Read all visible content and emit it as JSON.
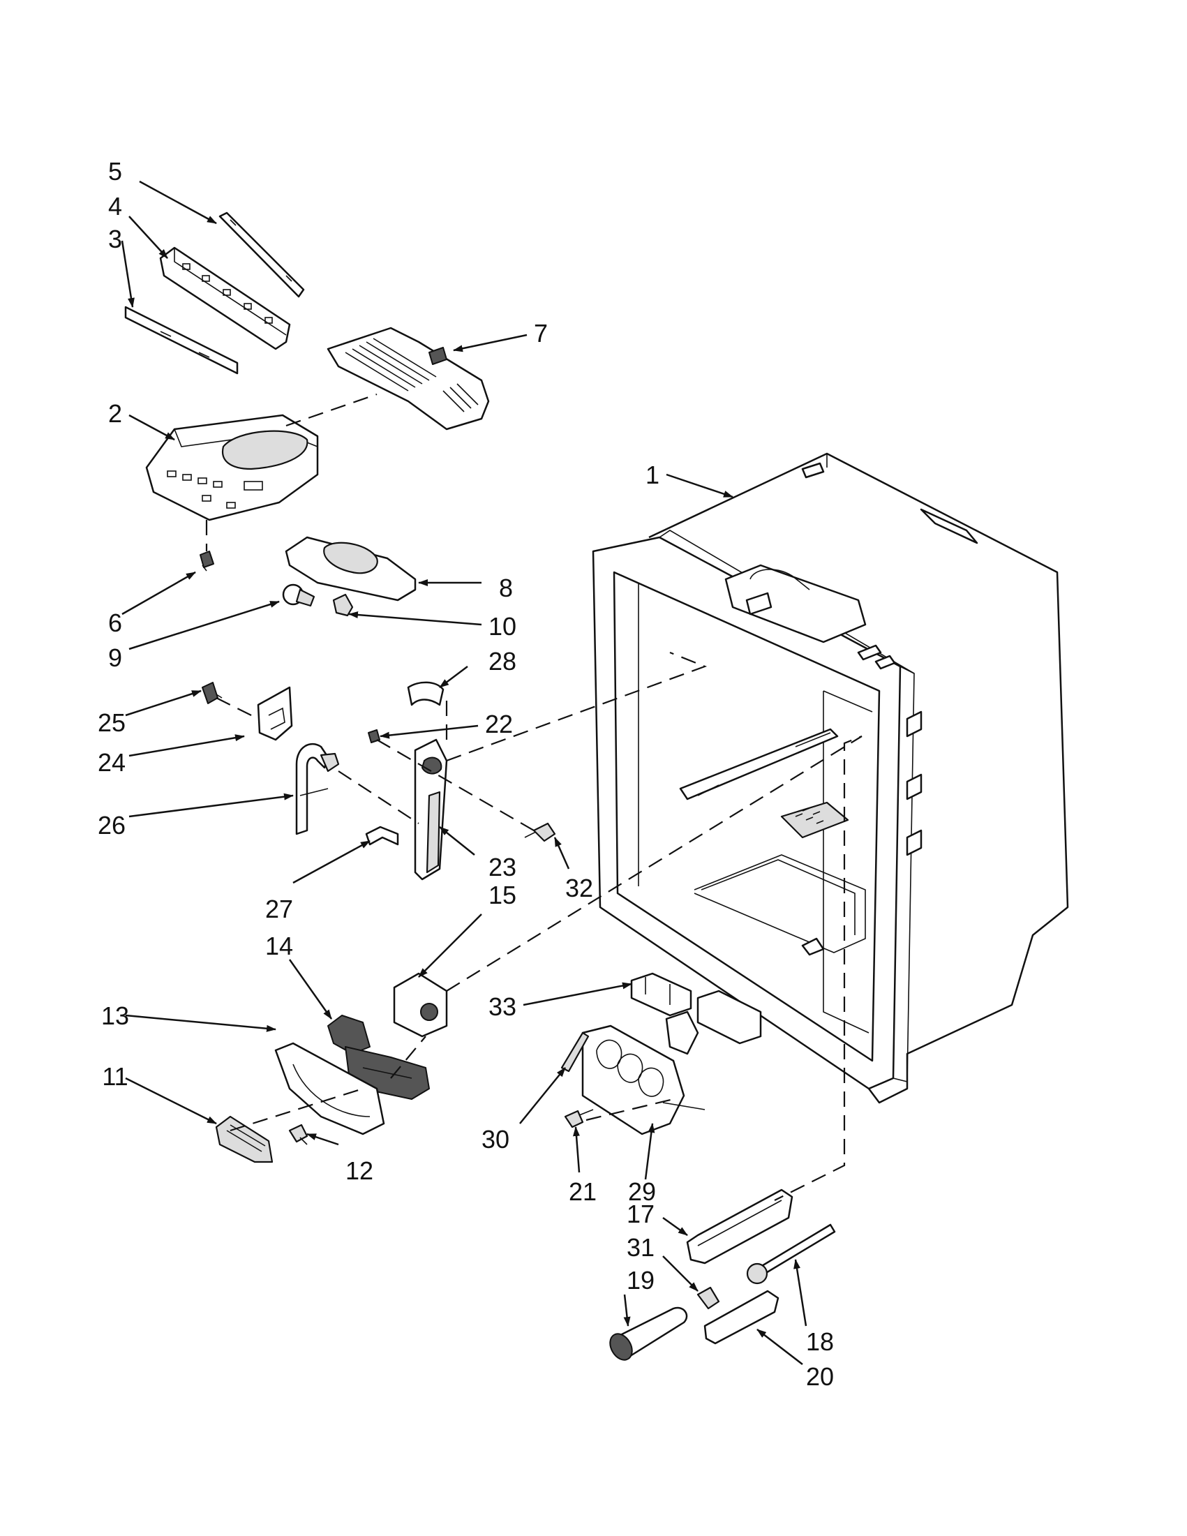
{
  "callouts": [
    {
      "id": "1",
      "text": "1"
    },
    {
      "id": "2",
      "text": "2"
    },
    {
      "id": "3",
      "text": "3"
    },
    {
      "id": "4",
      "text": "4"
    },
    {
      "id": "5",
      "text": "5"
    },
    {
      "id": "6",
      "text": "6"
    },
    {
      "id": "7",
      "text": "7"
    },
    {
      "id": "8",
      "text": "8"
    },
    {
      "id": "9",
      "text": "9"
    },
    {
      "id": "10",
      "text": "10"
    },
    {
      "id": "11",
      "text": "11"
    },
    {
      "id": "12",
      "text": "12"
    },
    {
      "id": "13",
      "text": "13"
    },
    {
      "id": "14",
      "text": "14"
    },
    {
      "id": "15",
      "text": "15"
    },
    {
      "id": "17",
      "text": "17"
    },
    {
      "id": "18",
      "text": "18"
    },
    {
      "id": "19",
      "text": "19"
    },
    {
      "id": "20",
      "text": "20"
    },
    {
      "id": "21",
      "text": "21"
    },
    {
      "id": "22",
      "text": "22"
    },
    {
      "id": "23",
      "text": "23"
    },
    {
      "id": "24",
      "text": "24"
    },
    {
      "id": "25",
      "text": "25"
    },
    {
      "id": "26",
      "text": "26"
    },
    {
      "id": "27",
      "text": "27"
    },
    {
      "id": "28",
      "text": "28"
    },
    {
      "id": "29",
      "text": "29"
    },
    {
      "id": "30",
      "text": "30"
    },
    {
      "id": "31",
      "text": "31"
    },
    {
      "id": "32",
      "text": "32"
    },
    {
      "id": "33",
      "text": "33"
    }
  ],
  "colors": {
    "ink": "#111111",
    "background": "#ffffff",
    "shade": "#dddddd"
  }
}
